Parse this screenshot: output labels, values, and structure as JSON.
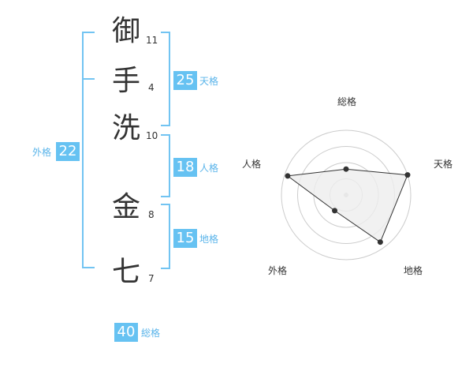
{
  "name": {
    "chars": [
      {
        "char": "御",
        "strokes": "11"
      },
      {
        "char": "手",
        "strokes": "4"
      },
      {
        "char": "洗",
        "strokes": "10"
      },
      {
        "char": "金",
        "strokes": "8"
      },
      {
        "char": "七",
        "strokes": "7"
      }
    ]
  },
  "kaku": {
    "tenkaku": {
      "value": "25",
      "label": "天格"
    },
    "jinkaku": {
      "value": "18",
      "label": "人格"
    },
    "chikaku": {
      "value": "15",
      "label": "地格"
    },
    "gaikaku": {
      "value": "22",
      "label": "外格"
    },
    "soukaku": {
      "value": "40",
      "label": "総格"
    }
  },
  "radar": {
    "labels": {
      "top": "総格",
      "right": "天格",
      "bottom_right": "地格",
      "bottom_left": "外格",
      "left": "人格"
    },
    "values": {
      "top": 0.4,
      "right": 1.0,
      "bottom_right": 0.9,
      "bottom_left": 0.3,
      "left": 0.95
    },
    "colors": {
      "ring": "#cccccc",
      "fill": "#eeeeee",
      "line": "#333333",
      "point": "#333333",
      "center": "#cccccc"
    }
  },
  "colors": {
    "accent": "#66c2f2",
    "bracket": "#72c4f2",
    "label": "#5ab4ea"
  }
}
